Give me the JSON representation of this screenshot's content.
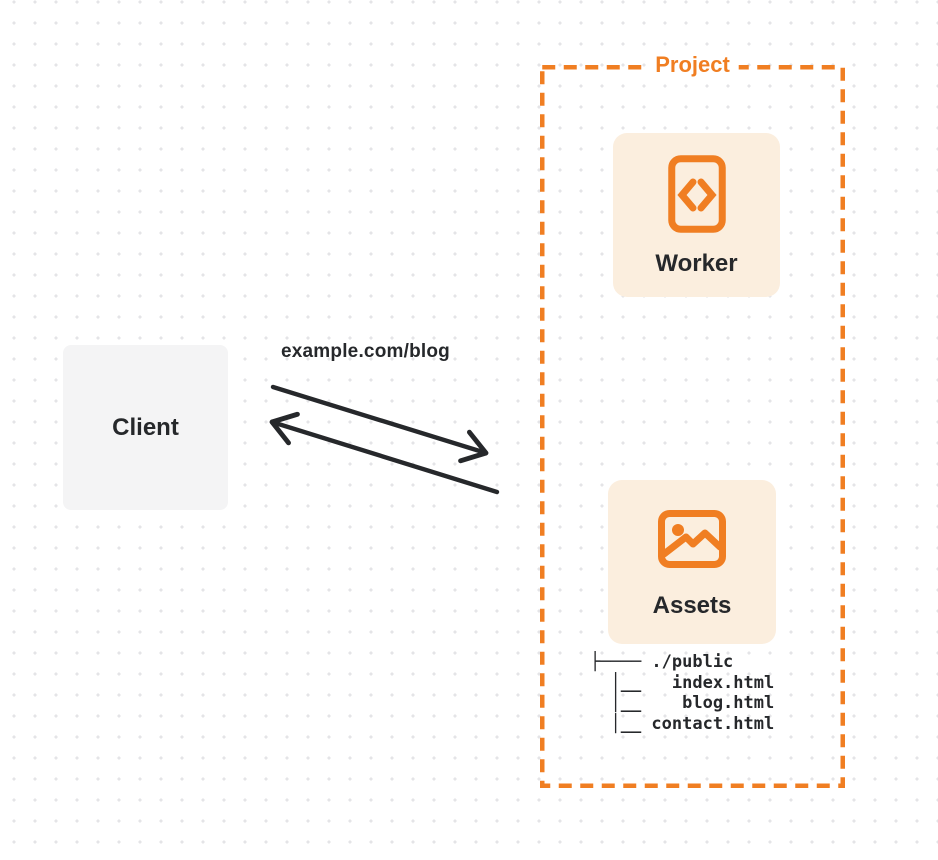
{
  "colors": {
    "accent": "#F07E22",
    "ink": "#26282B",
    "card-bg": "#FBEEDE",
    "client-bg": "#F4F4F5",
    "dot": "#E4E4E7",
    "canvas-bg": "#FFFFFF"
  },
  "client": {
    "label": "Client"
  },
  "request": {
    "url_label": "example.com/blog"
  },
  "project": {
    "label": "Project",
    "worker": {
      "label": "Worker",
      "icon": "code-brackets-icon"
    },
    "assets": {
      "label": "Assets",
      "icon": "image-icon",
      "file_tree": "├──── ./public\n  │__   index.html\n  │__    blog.html\n  │__ contact.html"
    }
  }
}
